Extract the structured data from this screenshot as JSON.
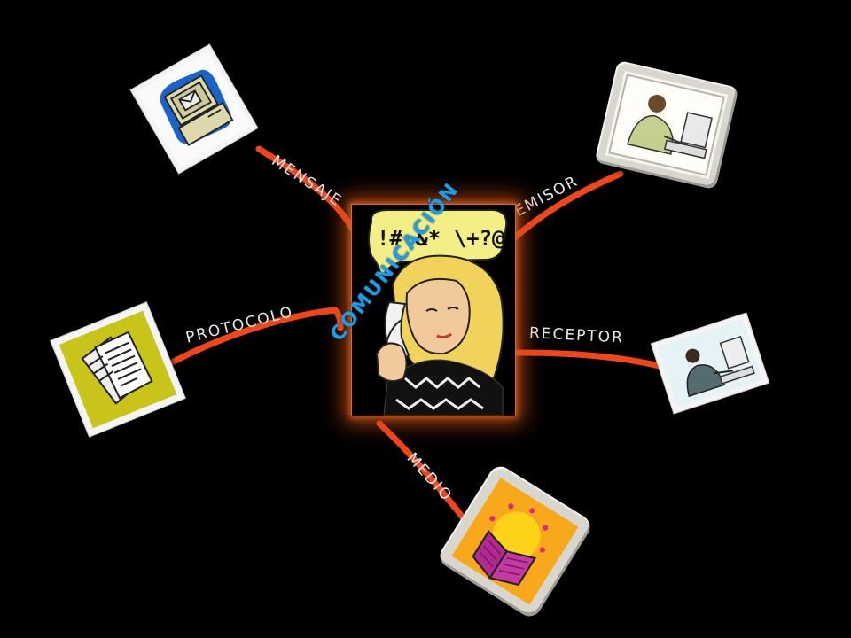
{
  "diagram": {
    "center": {
      "label": "COMUNICACIÓN",
      "speech_text": "!# &* \\+?@",
      "image": "woman-on-phone-icon"
    },
    "nodes": [
      {
        "id": "mensaje",
        "label": "MENSAJE",
        "image": "envelope-computer-icon"
      },
      {
        "id": "emisor",
        "label": "EMISOR",
        "image": "man-at-computer-icon"
      },
      {
        "id": "protocolo",
        "label": "PROTOCOLO",
        "image": "documents-icon"
      },
      {
        "id": "receptor",
        "label": "RECEPTOR",
        "image": "person-at-computer-icon"
      },
      {
        "id": "medio",
        "label": "MEDIO",
        "image": "sun-book-icon"
      }
    ],
    "colors": {
      "connector": "#f0461a",
      "center_label": "#1e9de6",
      "label": "#e8e8e8",
      "background": "#000000"
    }
  }
}
